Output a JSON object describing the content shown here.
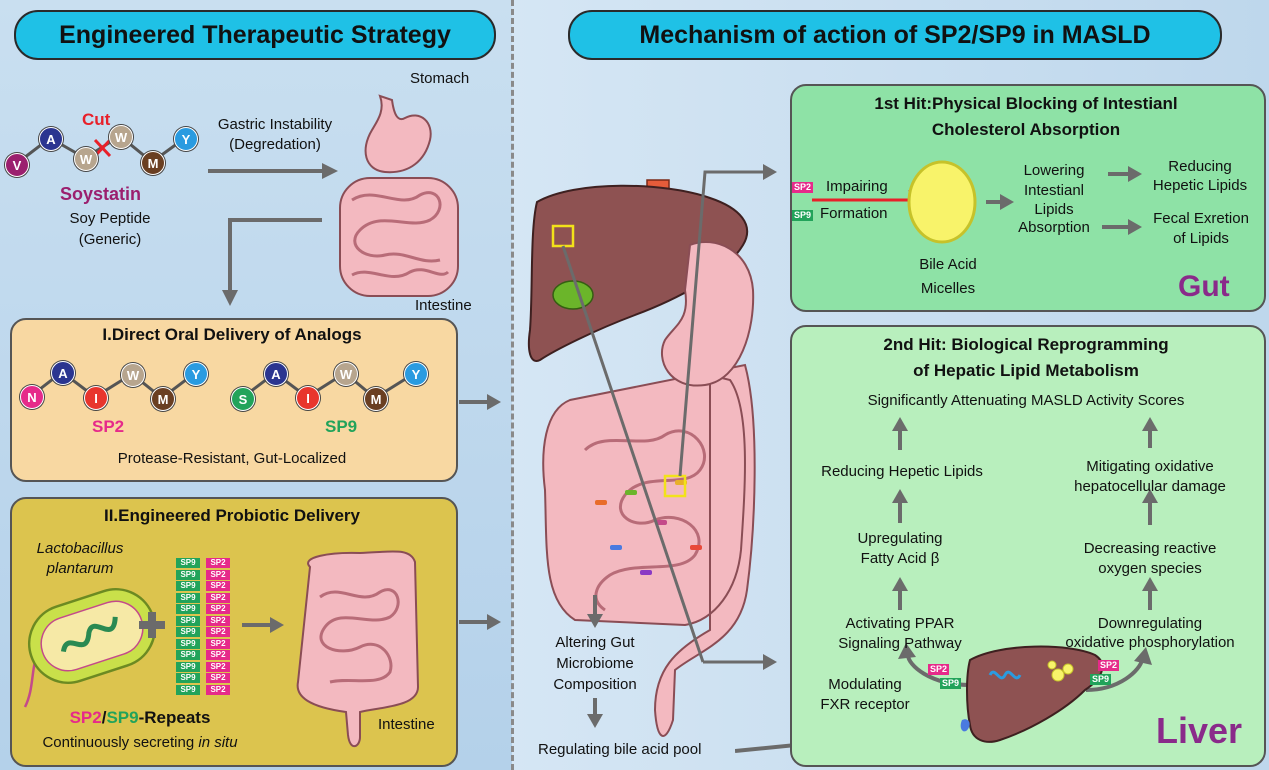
{
  "left_title": "Engineered Therapeutic Strategy",
  "right_title": "Mechanism of action of SP2/SP9 in MASLD",
  "top": {
    "cut": "Cut",
    "soy_name": "Soystatin",
    "soy_sub1": "Soy Peptide",
    "soy_sub2": "(Generic)",
    "gastric1": "Gastric Instability",
    "gastric2": "(Degredation)",
    "stomach": "Stomach",
    "intestine": "Intestine",
    "soy_residues": [
      "V",
      "A",
      "W",
      "W",
      "M",
      "Y"
    ]
  },
  "oral": {
    "title": "I.Direct Oral Delivery of Analogs",
    "sp2_residues": [
      "N",
      "A",
      "I",
      "W",
      "M",
      "Y"
    ],
    "sp9_residues": [
      "S",
      "A",
      "I",
      "W",
      "M",
      "Y"
    ],
    "sp2_label": "SP2",
    "sp9_label": "SP9",
    "desc": "Protease-Resistant, Gut-Localized"
  },
  "probiotic": {
    "title": "II.Engineered Probiotic Delivery",
    "species1": "Lactobacillus",
    "species2": "plantarum",
    "repeat_sp9": "SP9",
    "repeat_sp2": "SP2",
    "repeats_a": "SP2",
    "repeats_sep": "/",
    "repeats_b": "SP9",
    "repeats_c": "-Repeats",
    "secrete_a": "Continuously secreting ",
    "secrete_b": "in situ",
    "intestine": "Intestine"
  },
  "center": {
    "microbiome1": "Altering Gut",
    "microbiome2": "Microbiome",
    "microbiome3": "Composition",
    "bile_pool": "Regulating bile acid pool"
  },
  "gut": {
    "title1": "1st Hit:Physical Blocking of Intestianl",
    "title2": "Cholesterol Absorption",
    "sp2": "SP2",
    "sp9": "SP9",
    "impairing": "Impairing",
    "formation": "Formation",
    "micelle1": "Bile Acid",
    "micelle2": "Micelles",
    "lower1": "Lowering",
    "lower2": "Intestianl",
    "lower3": "Lipids",
    "lower4": "Absorption",
    "reduce1": "Reducing",
    "reduce2": "Hepetic Lipids",
    "fecal1": "Fecal Exretion",
    "fecal2": "of Lipids",
    "label": "Gut"
  },
  "liver": {
    "title1": "2nd Hit: Biological Reprogramming",
    "title2": "of Hepatic Lipid Metabolism",
    "masld": "Significantly Attenuating MASLD Activity Scores",
    "reduce": "Reducing Hepetic Lipids",
    "fatty1": "Upregulating",
    "fatty2": "Fatty Acid β",
    "ppar1": "Activating PPAR",
    "ppar2": "Signaling Pathway",
    "fxr1": "Modulating",
    "fxr2": "FXR receptor",
    "oxid1": "Mitigating oxidative",
    "oxid2": "hepatocellular damage",
    "ros1": "Decreasing reactive",
    "ros2": "oxygen species",
    "oxphos1": "Downregulating",
    "oxphos2": "oxidative phosphorylation",
    "sp2": "SP2",
    "sp9": "SP9",
    "label": "Liver"
  },
  "colors": {
    "sp2": "#e62a8a",
    "sp9": "#22a35a",
    "soystatin": "#9b1f6e",
    "cut": "#e8202a",
    "liver_label": "#8a2a8a",
    "gut_label": "#8a2a8a"
  }
}
